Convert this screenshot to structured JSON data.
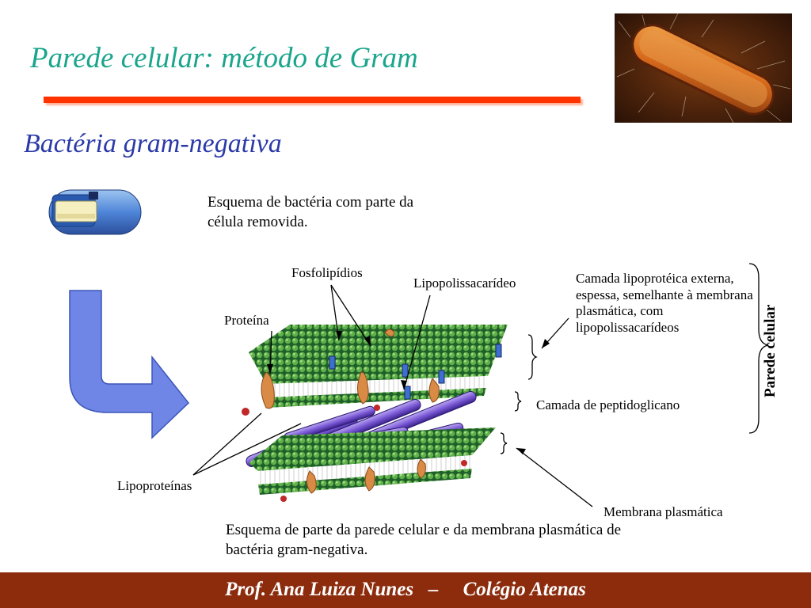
{
  "slide": {
    "title": "Parede celular: método de Gram",
    "subtitle": "Bactéria gram-negativa"
  },
  "captions": {
    "top": "Esquema de bactéria com parte da célula removida.",
    "bottom": "Esquema de parte da parede celular e da membrana plasmática de bactéria gram-negativa."
  },
  "labels": {
    "fosfolipidios": "Fosfolipídios",
    "lipopolissacarideo": "Lipopolissacarídeo",
    "proteina": "Proteína",
    "lipoproteinas": "Lipoproteínas",
    "camada_externa": "Camada lipoprotéica externa, espessa, semelhante à membrana plasmática, com lipopolissacarídeos",
    "peptidoglicano": "Camada de peptidoglicano",
    "membrana": "Membrana plasmática",
    "parede_celular": "Parede celular"
  },
  "footer": {
    "text": "Prof. Ana Luiza Nunes   –     Colégio Atenas"
  },
  "colors": {
    "title": "#1aa58c",
    "subtitle": "#2b3aa8",
    "rule": "#ff3300",
    "footer_bg": "#8c2c0d",
    "arrow_blue": "#6f86e6"
  }
}
